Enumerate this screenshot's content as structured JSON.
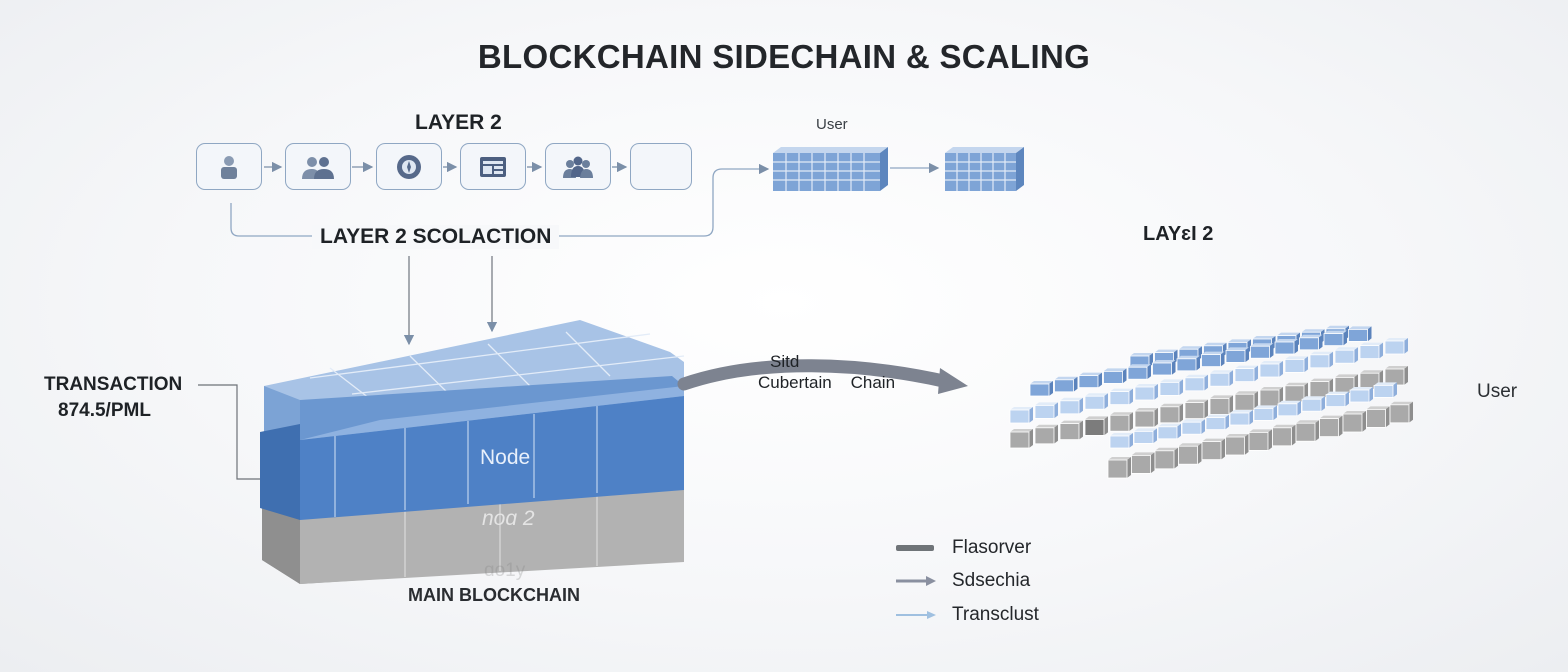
{
  "title": "BLOCKCHAIN SIDECHAIN & SCALING",
  "layer2_top": "LAYER 2",
  "layer2_right": "LAYɛI 2",
  "scaling_label": "LAYER 2 SCOLACTION",
  "user_top": "User",
  "user_right": "User",
  "transaction": {
    "label": "TRANSACTION",
    "value": "874.5/PML"
  },
  "main_blockchain": "MAIN BLOCKCHAIN",
  "chain_arrow": {
    "line1": "Sitd",
    "line2": "Cubertain    Chain"
  },
  "node_label": "Node",
  "node2_label": "noɑ 2",
  "node2_ghost": "ɑo1y",
  "flow_icons": [
    "user-icon",
    "users-icon",
    "wallet-icon",
    "document-icon",
    "group-icon",
    "empty-box"
  ],
  "legend": [
    {
      "label": "Flasorver",
      "color": "#6f7478"
    },
    {
      "label": "Sdsechia",
      "color": "#8a90a0"
    },
    {
      "label": "Transclust",
      "color": "#9fc0e0"
    }
  ],
  "colors": {
    "accent_blue": "#4f83c4",
    "light_blue": "#a9c4e6",
    "gray_block": "#a6a6a6",
    "box_border": "#8fa7c3"
  }
}
